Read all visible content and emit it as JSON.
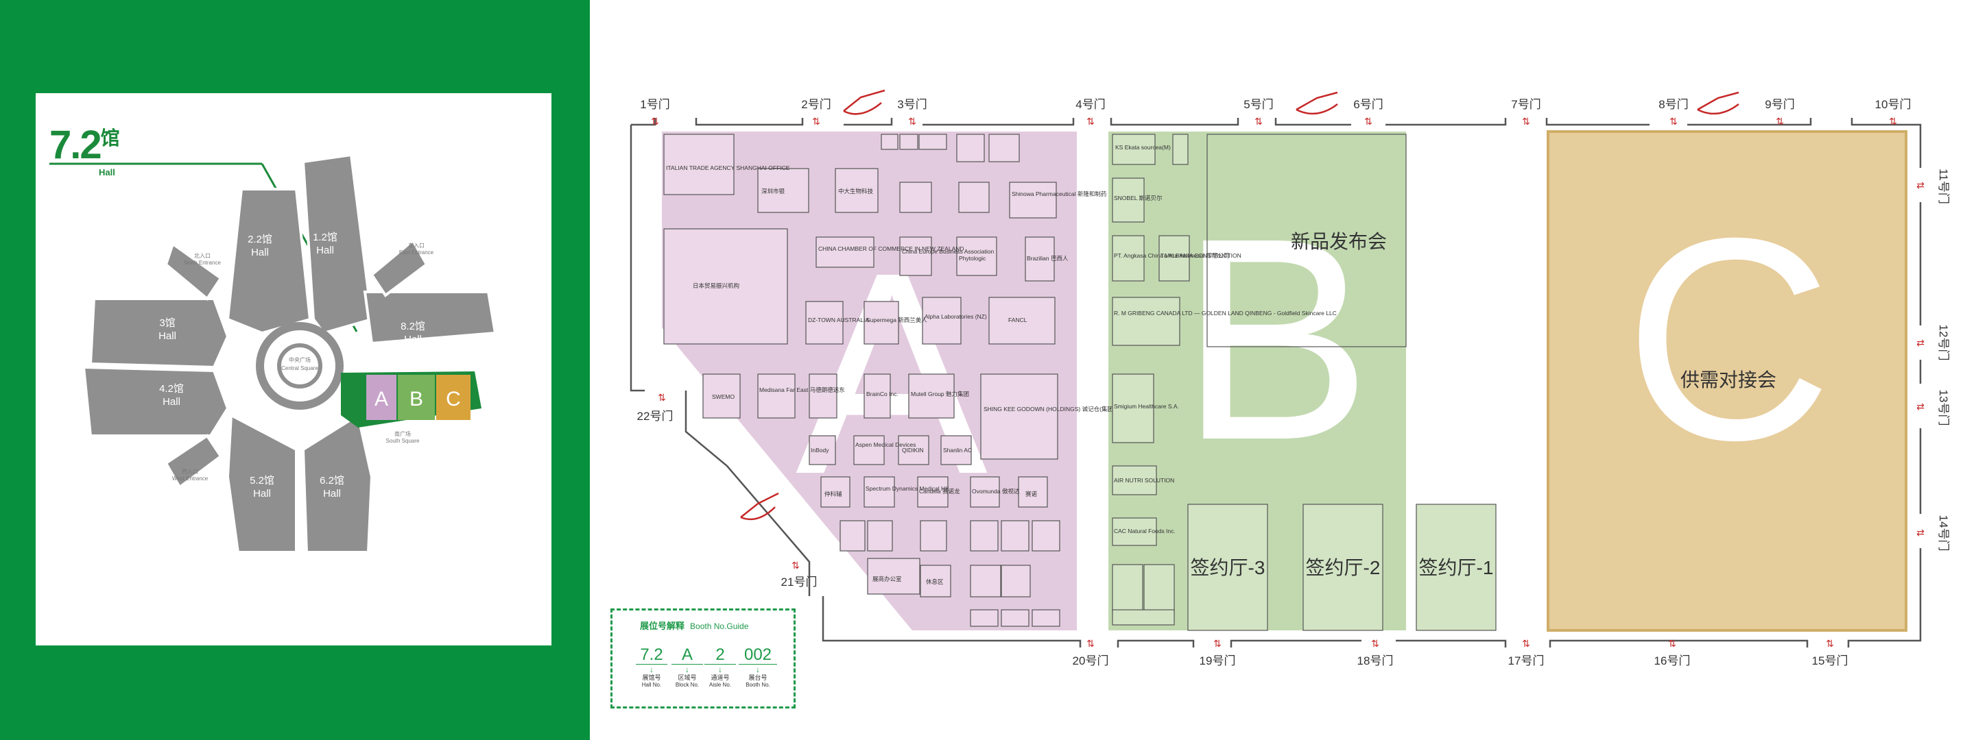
{
  "overview": {
    "hall_no": "7.2",
    "hall_zh": "馆",
    "hall_en": "Hall",
    "halls": [
      "2.2馆",
      "Hall",
      "1.2馆",
      "Hall",
      "3馆",
      "Hall",
      "8.2馆",
      "Hall",
      "4.2馆",
      "Hall",
      "5.2馆",
      "Hall",
      "6.2馆",
      "Hall"
    ],
    "central_zh": "中央广场",
    "central_en": "Central Square",
    "entrances": [
      "北入口",
      "North Entrance",
      "东入口",
      "East Entrance",
      "西入口",
      "West Entrance",
      "南广场",
      "South Square"
    ],
    "zones": [
      "A",
      "B",
      "C"
    ],
    "colors": {
      "panel": "#07913f",
      "hall_gray": "#8f8f8f",
      "zone_a": "#c7a3c9",
      "zone_b": "#79b35b",
      "zone_c": "#d9a33c"
    }
  },
  "floorplan": {
    "gates_top": [
      "1号门",
      "2号门",
      "3号门",
      "4号门",
      "5号门",
      "6号门",
      "7号门",
      "8号门",
      "9号门",
      "10号门"
    ],
    "gates_bottom": [
      "20号门",
      "19号门",
      "18号门",
      "17号门",
      "16号门",
      "15号门"
    ],
    "gates_right": [
      "11号门",
      "12号门",
      "13号门",
      "14号门"
    ],
    "gates_left": [
      "22号门",
      "21号门"
    ],
    "zone_letters": [
      "A",
      "B",
      "C"
    ],
    "zone_b_labels": [
      "新品发布会",
      "签约厅-3",
      "签约厅-2",
      "签约厅-1"
    ],
    "zone_c_label": "供需对接会",
    "colors": {
      "zone_a": "#e3cbdf",
      "zone_b": "#c2d9b0",
      "zone_c": "#e6cd9c",
      "wall": "#555555",
      "escalator": "#c62828"
    },
    "booths_a": [
      "ITALIAN TRADE AGENCY SHANGHAI OFFICE",
      "深圳市银",
      "中大生物科技",
      "CHINA CHAMBER OF COMMERCE IN NEW ZEALAND",
      "China Europe Business Association",
      "Phytologic",
      "Brazilian 巴西人",
      "日本贸易振兴机构",
      "DZ-TOWN AUSTRALIA",
      "Supermega 新西兰美人",
      "Alpha Laboratories (NZ)",
      "FANCL",
      "SWEMO",
      "Medisana Far East 马德朗德远东",
      "BrainCo Inc.",
      "Mutell Group 魅力集团",
      "SHING KEE GODOWN (HOLDINGS) 诚记仓(集团)",
      "InBody",
      "Aspen Medical Devices",
      "QIDIKIN",
      "Shanlin AC",
      "仲科辅",
      "Spectrum Dynamics Medical HK",
      "Candela 赛诺龙",
      "Ovomunda 傲视达",
      "赛诺",
      "展商办公室",
      "休息区",
      "Shinowa Pharmaceutical 新隆和制药"
    ],
    "booths_b": [
      "KS Ekata sourcea(M)",
      "SNOBEL 斯诺贝尔",
      "PT. Angkasa China Mitra Indonesia 印尼公司",
      "Tu ALBANIA CONSTRUCTION",
      "R. M GRIBENG CANADA LTD — GOLDEN LAND QINBENG - Goldfield Skincare LLC",
      "Smigium Healthcare S.A.",
      "AIR NUTRI SOLUTION",
      "CAC Natural Foods Inc."
    ]
  },
  "guide": {
    "title_zh": "展位号解释",
    "title_en": "Booth No.Guide",
    "items": [
      {
        "value": "7.2",
        "zh": "展馆号",
        "en": "Hall No."
      },
      {
        "value": "A",
        "zh": "区域号",
        "en": "Block No."
      },
      {
        "value": "2",
        "zh": "通道号",
        "en": "Aisle No."
      },
      {
        "value": "002",
        "zh": "展台号",
        "en": "Booth No."
      }
    ]
  }
}
